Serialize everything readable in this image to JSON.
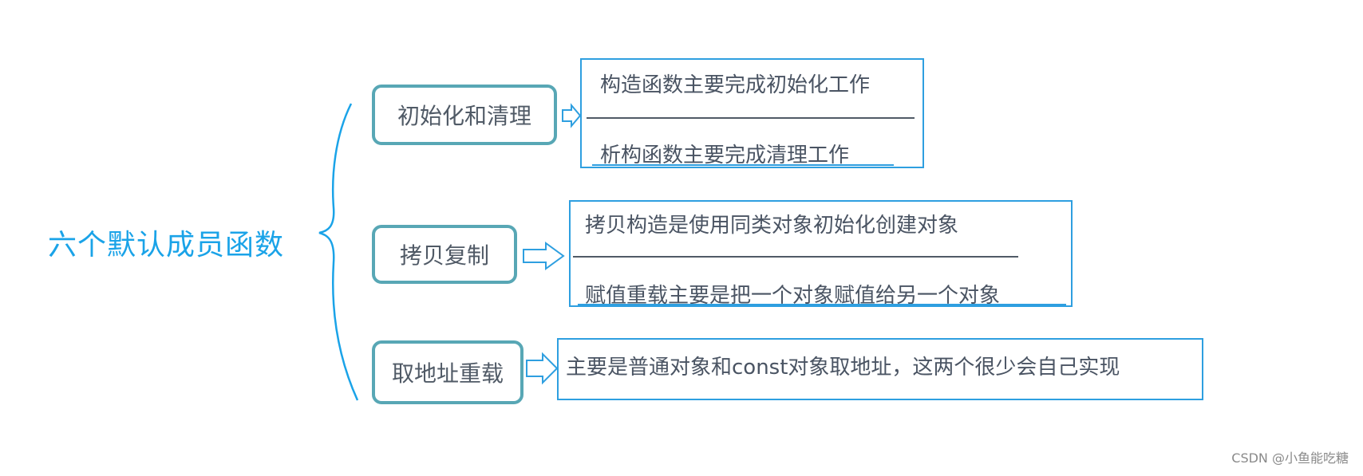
{
  "title": "六个默认成员函数",
  "groups": [
    {
      "label": "初始化和清理",
      "lines": [
        "构造函数主要完成初始化工作",
        "析构函数主要完成清理工作"
      ]
    },
    {
      "label": "拷贝复制",
      "lines": [
        "拷贝构造是使用同类对象初始化创建对象",
        "赋值重载主要是把一个对象赋值给另一个对象"
      ]
    },
    {
      "label": "取地址重载",
      "lines": [
        "主要是普通对象和const对象取地址，这两个很少会自己实现"
      ]
    }
  ],
  "credit": "CSDN @小鱼能吃糖",
  "colors": {
    "title": "#1aa3e8",
    "category_border": "#58a7b5",
    "box_border": "#2e9fe0",
    "text": "#4a5463"
  }
}
